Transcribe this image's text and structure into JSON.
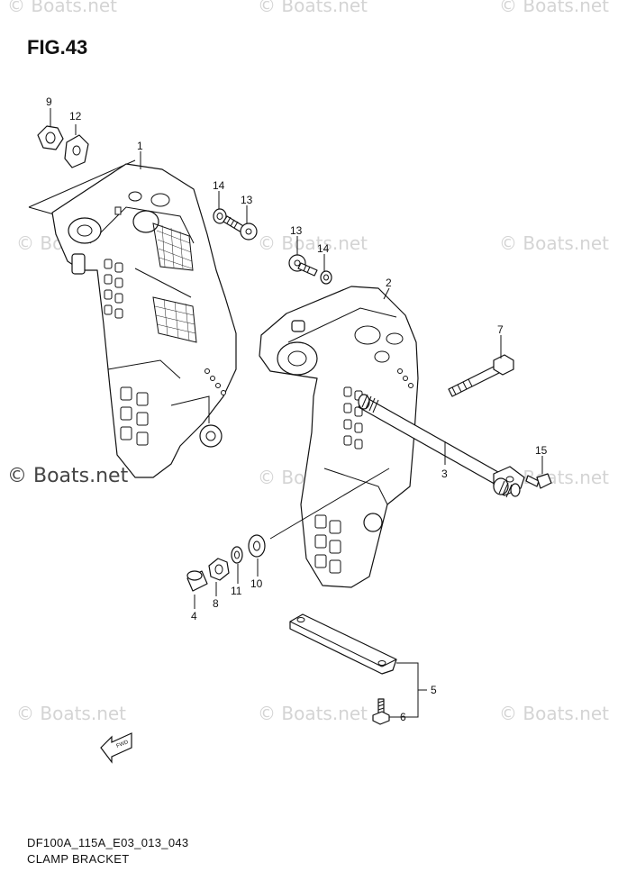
{
  "figure_title": "FIG.43",
  "footer": {
    "code": "DF100A_115A_E03_013_043",
    "name": "CLAMP BRACKET"
  },
  "watermark": "© Boats.net",
  "watermark_prominent": "© Boats.net",
  "fwd_label": "FWD",
  "callouts": {
    "p1": "1",
    "p2": "2",
    "p3": "3",
    "p4": "4",
    "p5": "5",
    "p6": "6",
    "p7": "7",
    "p8": "8",
    "p9": "9",
    "p10": "10",
    "p11": "11",
    "p12": "12",
    "p13a": "13",
    "p13b": "13",
    "p14a": "14",
    "p14b": "14",
    "p15": "15"
  }
}
